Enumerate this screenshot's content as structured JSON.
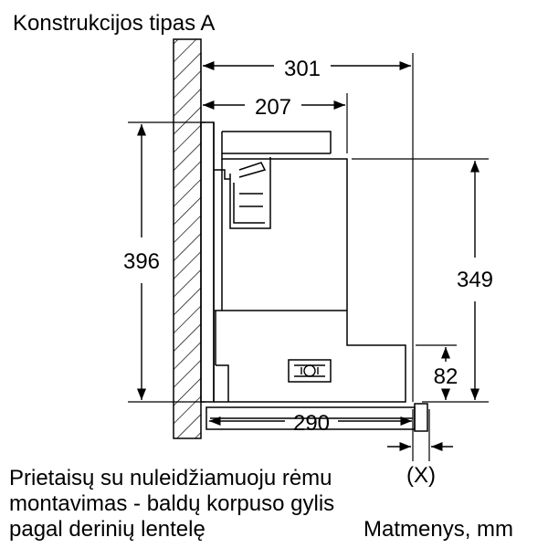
{
  "title": "Konstrukcijos tipas A",
  "note_lines": [
    "Prietaisų su nuleidžiamuoju rėmu",
    "montavimas - baldų korpuso gylis",
    "pagal derinių lentelę"
  ],
  "units": "Matmenys, mm",
  "dimensions": {
    "d301": "301",
    "d207": "207",
    "d396": "396",
    "d349": "349",
    "d82": "82",
    "d290": "290",
    "dx": "(X)"
  }
}
